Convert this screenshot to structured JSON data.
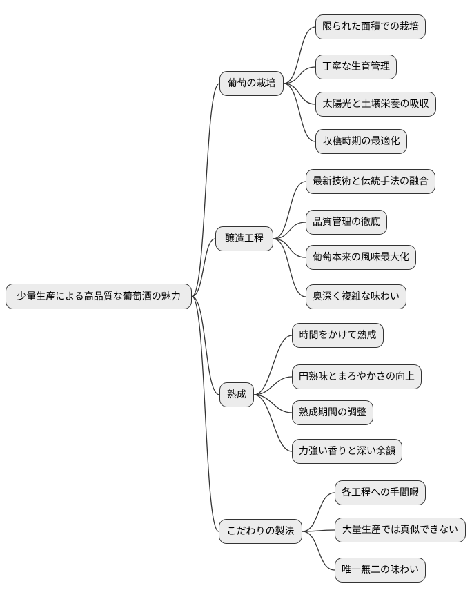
{
  "diagram": {
    "type": "mindmap",
    "root": {
      "label": "少量生産による高品質な葡萄酒の魅力"
    },
    "branches": [
      {
        "label": "葡萄の栽培",
        "children": [
          {
            "label": "限られた面積での栽培"
          },
          {
            "label": "丁寧な生育管理"
          },
          {
            "label": "太陽光と土壌栄養の吸収"
          },
          {
            "label": "収穫時期の最適化"
          }
        ]
      },
      {
        "label": "醸造工程",
        "children": [
          {
            "label": "最新技術と伝統手法の融合"
          },
          {
            "label": "品質管理の徹底"
          },
          {
            "label": "葡萄本来の風味最大化"
          },
          {
            "label": "奥深く複雑な味わい"
          }
        ]
      },
      {
        "label": "熟成",
        "children": [
          {
            "label": "時間をかけて熟成"
          },
          {
            "label": "円熟味とまろやかさの向上"
          },
          {
            "label": "熟成期間の調整"
          },
          {
            "label": "力強い香りと深い余韻"
          }
        ]
      },
      {
        "label": "こだわりの製法",
        "children": [
          {
            "label": "各工程への手間暇"
          },
          {
            "label": "大量生産では真似できない"
          },
          {
            "label": "唯一無二の味わい"
          }
        ]
      }
    ],
    "colors": {
      "background": "#ffffff",
      "node_fill": "#ececec",
      "node_border": "#333333",
      "connector": "#333333",
      "text": "#000000"
    }
  }
}
